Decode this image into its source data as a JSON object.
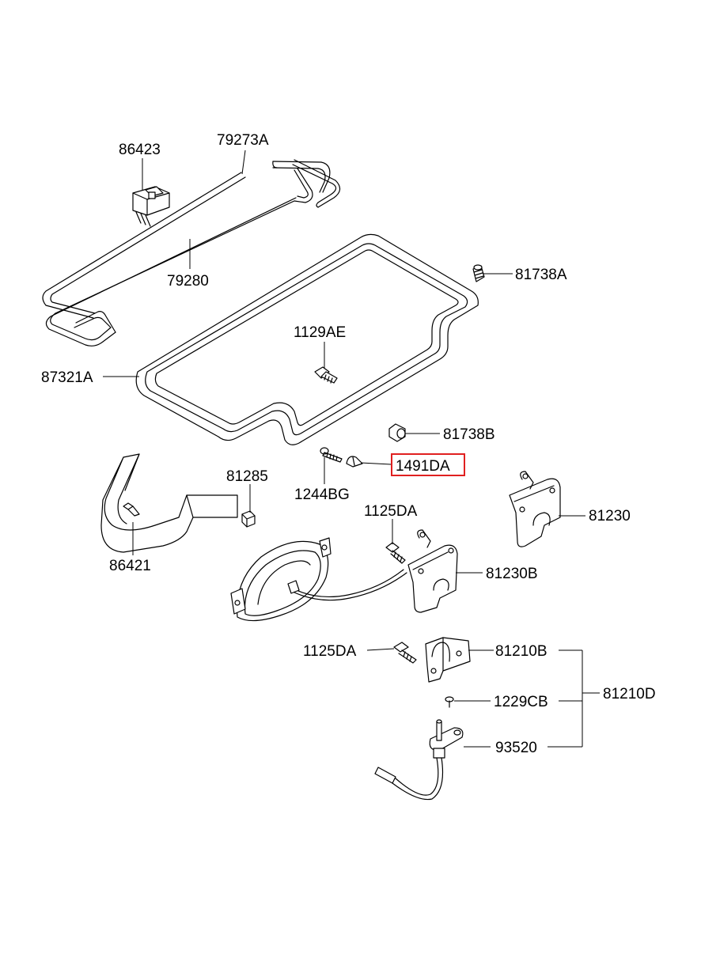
{
  "diagram": {
    "highlight_color": "#e02020",
    "labels": {
      "p86423": "86423",
      "p79273A": "79273A",
      "p79280": "79280",
      "p81738A": "81738A",
      "p1129AE": "1129AE",
      "p87321A": "87321A",
      "p81738B": "81738B",
      "p1491DA": "1491DA",
      "p1244BG": "1244BG",
      "p81285": "81285",
      "p86421": "86421",
      "p1125DA_top": "1125DA",
      "p81230": "81230",
      "p81230B": "81230B",
      "p1125DA_bottom": "1125DA",
      "p81210B": "81210B",
      "p81210D": "81210D",
      "p1229CB": "1229CB",
      "p93520": "93520"
    }
  }
}
